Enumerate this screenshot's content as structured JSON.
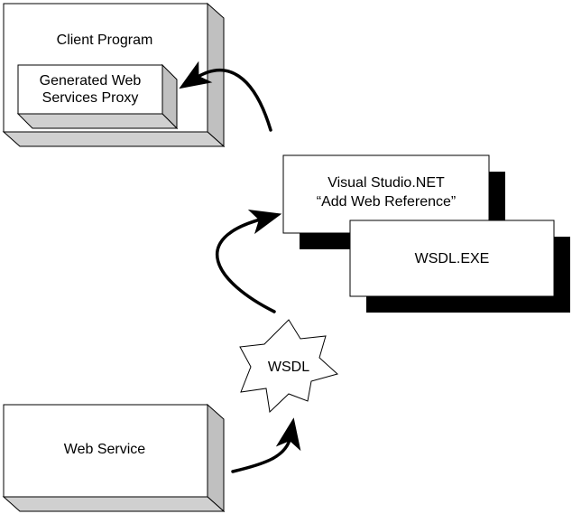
{
  "nodes": {
    "client_program": {
      "label": "Client Program"
    },
    "proxy": {
      "line1": "Generated Web",
      "line2": "Services Proxy"
    },
    "vs_net": {
      "line1": "Visual Studio.NET",
      "line2": "“Add Web Reference”"
    },
    "wsdl_exe": {
      "label": "WSDL.EXE"
    },
    "wsdl_doc": {
      "label": "WSDL"
    },
    "web_service": {
      "label": "Web Service"
    }
  },
  "colors": {
    "box_fill": "#ffffff",
    "bevel_side": "#c0c0c0",
    "bevel_bottom": "#d0d0d0",
    "stroke": "#000000",
    "shadow": "#000000"
  }
}
